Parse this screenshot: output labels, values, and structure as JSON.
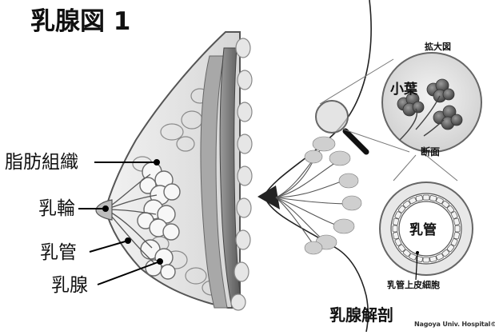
{
  "title": "乳腺図 1",
  "left_labels": {
    "fat_tissue": "脂肪組織",
    "areola": "乳輪",
    "duct": "乳管",
    "gland": "乳腺"
  },
  "right_labels": {
    "enlarged": "拡大図",
    "lobule": "小葉",
    "cross_section": "断面",
    "duct": "乳管",
    "epithelial_cells": "乳管上皮細胞"
  },
  "subtitle": "乳腺解剖",
  "credit": "Nagoya Univ. Hospital©"
}
